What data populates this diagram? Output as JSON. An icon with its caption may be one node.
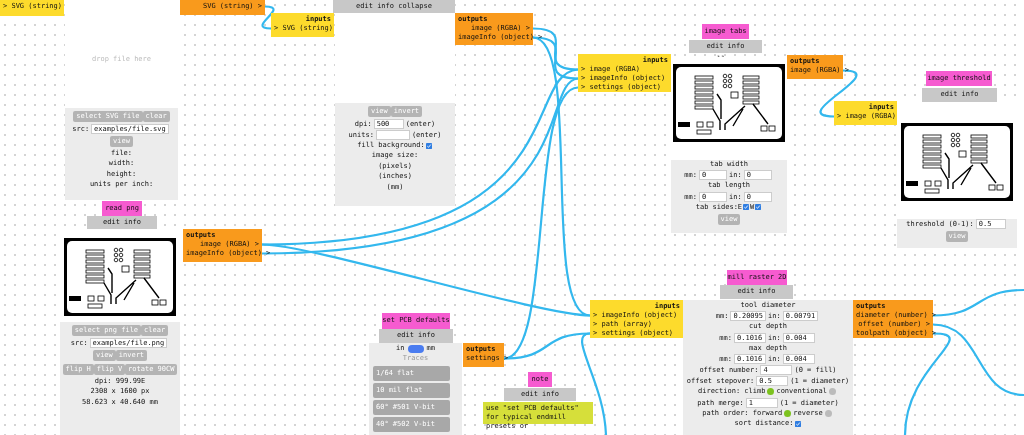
{
  "diagram": {
    "nodes": [
      {
        "text": [
          "> SVG (string)"
        ]
      },
      {
        "text": [
          "drop file here",
          "select SVG file",
          "clear",
          "src:",
          "examples/file.svg",
          "view",
          "file:",
          "width:",
          "height:",
          "units per inch:"
        ]
      },
      {
        "text": [
          "SVG (string) >"
        ]
      },
      {
        "text": [
          "inputs",
          "> SVG (string)"
        ]
      },
      {
        "text": [
          "edit info collapse"
        ]
      },
      {
        "text": [
          "view",
          "invert",
          "dpi:",
          "500",
          "(enter)",
          "units:",
          "(enter)",
          "fill background:",
          "image size:",
          "(pixels)",
          "(inches)",
          "(mm)"
        ]
      },
      {
        "text": [
          "outputs",
          "image (RGBA) >",
          "imageInfo (object) >"
        ]
      },
      {
        "text": [
          "read png"
        ]
      },
      {
        "text": [
          "edit info collapse"
        ]
      },
      {
        "text": [
          "select png file",
          "clear",
          "src:",
          "examples/file.png",
          "view",
          "invert",
          "flip H",
          "flip V",
          "rotate 90CW",
          "dpi: 999.99E",
          "2308 x 1600 px",
          "58.623 x 40.640 mm"
        ]
      },
      {
        "text": [
          "outputs",
          "image (RGBA) >",
          "imageInfo (object) >"
        ]
      },
      {
        "text": [
          "image tabs"
        ]
      },
      {
        "text": [
          "edit info collapse"
        ]
      },
      {
        "text": [
          "inputs",
          "> image (RGBA)",
          "> imageInfo (object)",
          "> settings (object)"
        ]
      },
      {
        "text": [
          "tab width",
          "mm:",
          "0",
          "in:",
          "0",
          "tab length",
          "mm:",
          "0",
          "in:",
          "0",
          "tab sides:",
          "E",
          "W",
          "view"
        ]
      },
      {
        "text": [
          "outputs",
          "image (RGBA) >"
        ]
      },
      {
        "text": [
          "image threshold"
        ]
      },
      {
        "text": [
          "edit info collapse"
        ]
      },
      {
        "text": [
          "inputs",
          "> image (RGBA)"
        ]
      },
      {
        "text": [
          "threshold (0-1):",
          "0.5",
          "view"
        ]
      },
      {
        "text": [
          "set PCB defaults"
        ]
      },
      {
        "text": [
          "edit info collapse"
        ]
      },
      {
        "text": [
          "in",
          "mm",
          "Traces",
          "1/64 flat",
          "10 mil flat",
          "60° #501 V-bit",
          "40° #502 V-bit"
        ]
      },
      {
        "text": [
          "outputs",
          "settings >"
        ]
      },
      {
        "text": [
          "mill raster 2D"
        ]
      },
      {
        "text": [
          "edit info collapse"
        ]
      },
      {
        "text": [
          "inputs",
          "> imageInfo (object)",
          "> path (array)",
          "> settings (object)"
        ]
      },
      {
        "text": [
          "tool diameter",
          "mm:",
          "0.20095",
          "in:",
          "0.00791",
          "cut depth",
          "mm:",
          "0.1016",
          "in:",
          "0.004",
          "max depth",
          "mm:",
          "0.1016",
          "in:",
          "0.004",
          "offset number:",
          "4",
          "(0 = fill)",
          "offset stepover:",
          "0.5",
          "(1 = diameter)",
          "direction: climb",
          "conventional",
          "path merge:",
          "1",
          "(1 = diameter)",
          "path order: forward",
          "reverse",
          "sort distance:"
        ]
      },
      {
        "text": [
          "outputs",
          "diameter (number) >",
          "offset (number) >",
          "toolpath (object) >"
        ]
      },
      {
        "text": [
          "note"
        ]
      },
      {
        "text": [
          "edit info collapse"
        ]
      },
      {
        "text": [
          "use \"set PCB defaults\" for typical endmill presets or"
        ]
      }
    ],
    "edges": [
      {
        "from": 2,
        "to": 3,
        "arrow": "none"
      },
      {
        "from": 6,
        "to": 13,
        "arrow": "none"
      },
      {
        "from": 6,
        "to": 13,
        "arrow": "none"
      },
      {
        "from": 6,
        "to": 26,
        "arrow": "none"
      },
      {
        "from": 10,
        "to": 13,
        "arrow": "none"
      },
      {
        "from": 10,
        "to": 13,
        "arrow": "none"
      },
      {
        "from": 10,
        "to": 26,
        "arrow": "none"
      },
      {
        "from": 23,
        "to": 13,
        "arrow": "none"
      },
      {
        "from": 23,
        "to": 26,
        "arrow": "none"
      },
      {
        "from": 15,
        "to": 18,
        "arrow": "none"
      },
      {
        "from": null,
        "to": 26,
        "arrow": "none"
      },
      {
        "from": 28,
        "to": null,
        "arrow": "none"
      },
      {
        "from": 28,
        "to": null,
        "arrow": "none"
      },
      {
        "from": 28,
        "to": null,
        "arrow": "none"
      }
    ]
  }
}
